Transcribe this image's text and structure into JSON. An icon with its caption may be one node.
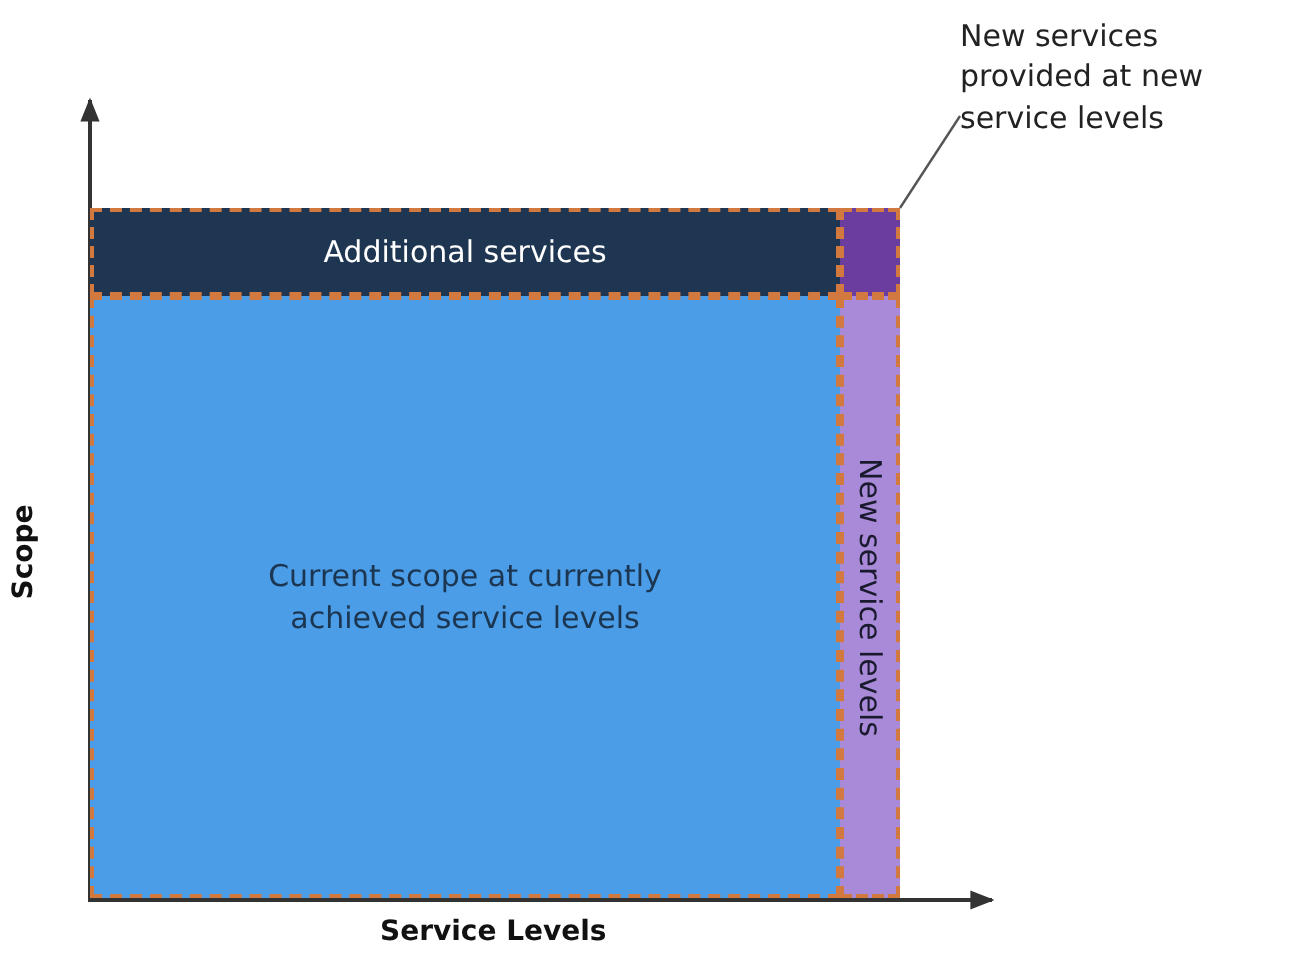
{
  "diagram": {
    "nodes": [
      {
        "text": [
          "Additional services"
        ]
      },
      {
        "text": [],
        "shape": "box"
      },
      {
        "text": [
          "Current scope at currently achieved service levels"
        ]
      },
      {
        "text": [
          "New service levels"
        ]
      },
      {
        "text": [
          "New services provided at new service levels"
        ]
      }
    ],
    "edges": [
      {
        "from": 4,
        "to": 1,
        "arrow": "none"
      }
    ],
    "labels": [
      "Scope",
      "Service Levels"
    ]
  }
}
